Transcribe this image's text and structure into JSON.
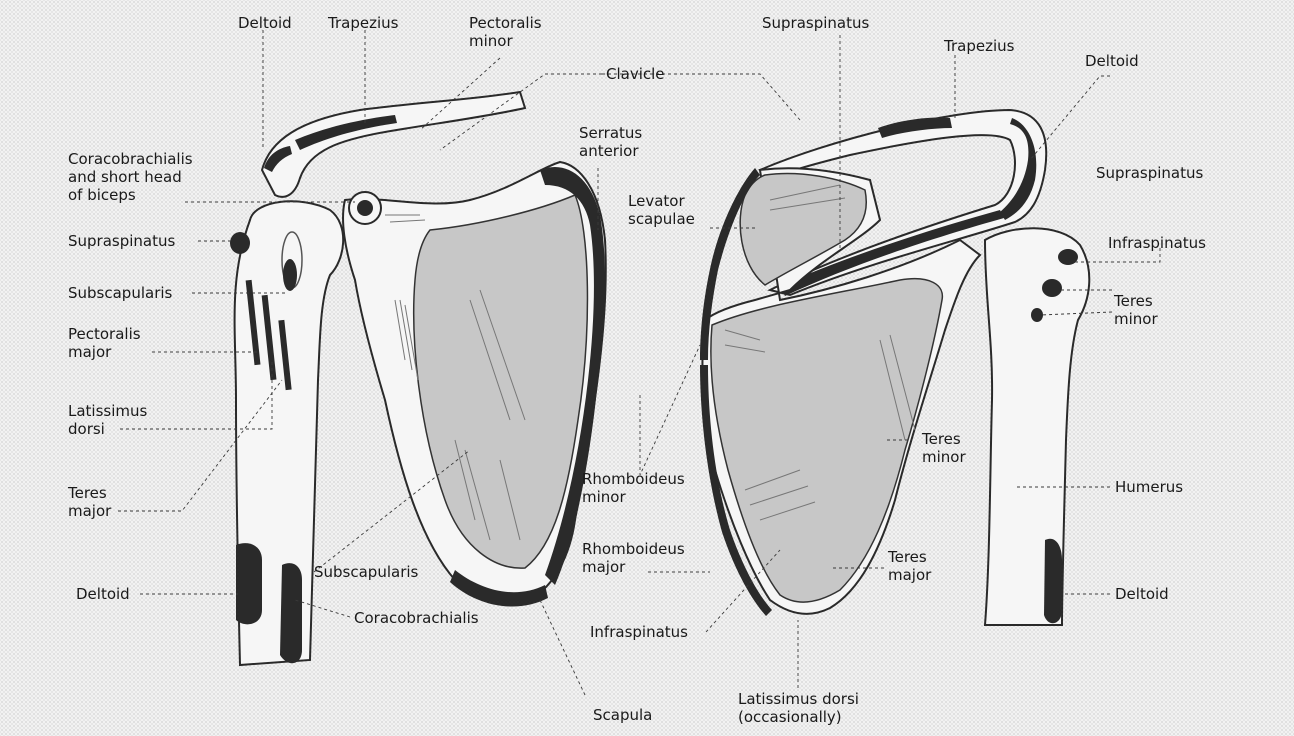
{
  "labels": {
    "left": {
      "deltoid_top": "Deltoid",
      "trapezius": "Trapezius",
      "pectoralis_minor": "Pectoralis\nminor",
      "clavicle": "Clavicle",
      "serratus_anterior": "Serratus\nanterior",
      "coracobrachialis_biceps": "Coracobrachialis\nand short head\nof biceps",
      "supraspinatus": "Supraspinatus",
      "subscapularis_upper": "Subscapularis",
      "pectoralis_major": "Pectoralis\nmajor",
      "latissimus_dorsi": "Latissimus\ndorsi",
      "teres_major": "Teres\nmajor",
      "deltoid_bottom": "Deltoid",
      "subscapularis_lower": "Subscapularis",
      "coracobrachialis": "Coracobrachialis",
      "scapula": "Scapula"
    },
    "right": {
      "supraspinatus_top": "Supraspinatus",
      "trapezius": "Trapezius",
      "deltoid_top": "Deltoid",
      "levator_scapulae": "Levator\nscapulae",
      "supraspinatus_right": "Supraspinatus",
      "infraspinatus_right": "Infraspinatus",
      "teres_minor_right": "Teres\nminor",
      "teres_minor_mid": "Teres\nminor",
      "humerus": "Humerus",
      "rhomboideus_minor": "Rhomboideus\nminor",
      "rhomboideus_major": "Rhomboideus\nmajor",
      "teres_major": "Teres\nmajor",
      "deltoid_bottom": "Deltoid",
      "infraspinatus_bottom": "Infraspinatus",
      "latissimus_dorsi": "Latissimus dorsi\n(occasionally)"
    }
  }
}
